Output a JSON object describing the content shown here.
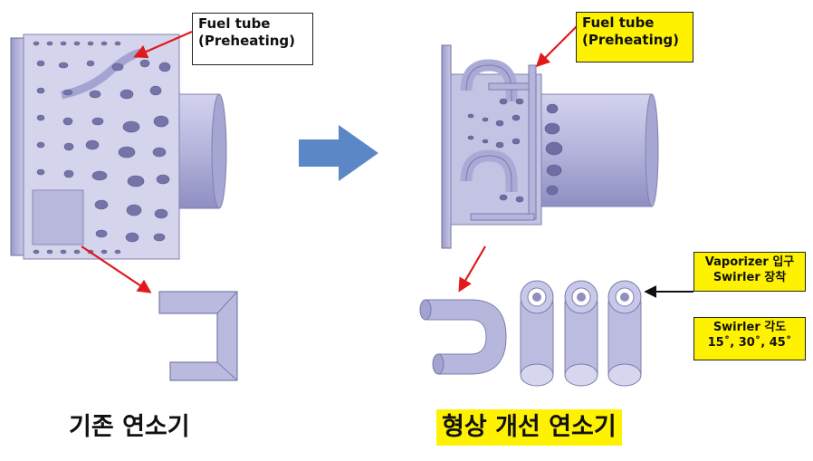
{
  "left_callout": {
    "line1": "Fuel tube",
    "line2": "(Preheating)"
  },
  "right_callout": {
    "line1": "Fuel tube",
    "line2": "(Preheating)"
  },
  "vaporizer_note": {
    "line1": "Vaporizer 입구",
    "line2": "Swirler 장착"
  },
  "swirler_note": {
    "line1": "Swirler 각도",
    "line2": "15˚, 30˚, 45˚"
  },
  "captions": {
    "before": "기존 연소기",
    "after": "형상 개선 연소기"
  },
  "colors": {
    "metal": "#b9b9de",
    "metal_dark": "#7d7db0",
    "arrow_blue": "#5b87c6",
    "arrow_red": "#e0191b",
    "highlight": "#fff200"
  }
}
